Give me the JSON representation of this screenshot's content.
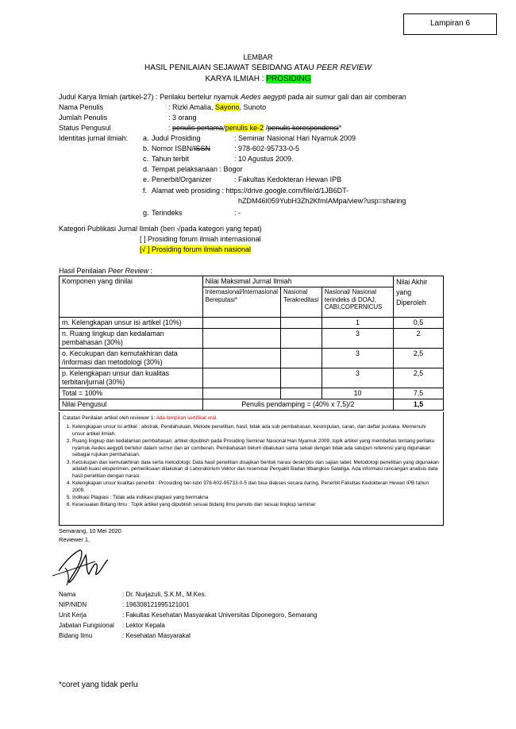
{
  "lampiran": "Lampiran 6",
  "header": {
    "line1": "LEMBAR",
    "line2_prefix": "HASIL PENILAIAN SEJAWAT SEBIDANG ATAU ",
    "line2_italic": "PEER REVIEW",
    "line3_prefix": "KARYA ILMIAH : ",
    "line3_highlight": "PROSIDING"
  },
  "info": {
    "judul_label": "Judul Karya Ilmiah (artikel-27) :",
    "judul_pre": "Perilaku bertelur nyamuk ",
    "judul_italic": "Aedes aegypti",
    "judul_post": " pada air sumur gali dan air comberan",
    "nama_label": "Nama Penulis",
    "nama_pre": ": Rizki Amalia, ",
    "nama_highlight": "Sayono",
    "nama_post": ", Sunoto",
    "jumlah_label": "Jumlah Penulis",
    "jumlah_value": ": 3 orang",
    "status_label": "Status Pengusul",
    "status_colon": ": ",
    "status_strike1": "penulis pertama",
    "status_sep1": "/",
    "status_highlight": "penulis ke-2",
    "status_sep2": " /",
    "status_strike2": "penulis korespondensi",
    "status_star": "*",
    "identitas_label": "Identitas jurnal ilmiah:"
  },
  "identitas": [
    {
      "num": "a.",
      "label": "Judul Prosiding",
      "value": ": Seminar Nasional Hari Nyamuk 2009"
    },
    {
      "num": "b.",
      "label_pre": "Nomor ISBN/",
      "label_strike": "ISSN",
      "value": ": 978-602-95733-0-5"
    },
    {
      "num": "c.",
      "label": "Tahun terbit",
      "value": ": 10 Agustus 2009."
    },
    {
      "num": "d.",
      "label": "Tempat pelaksanaan : Bogor",
      "value": ""
    },
    {
      "num": "e.",
      "label": "Penerbit/Organizer",
      "value": ": Fakultas Kedokteran Hewan IPB"
    },
    {
      "num": "f.",
      "label": "Alamat web prosiding : https://drive.google.com/file/d/1JB6DT-",
      "value": ""
    },
    {
      "num": "",
      "label": "",
      "value": "hZDM46I059YubH3Zh2KfmIAMpa/view?usp=sharing"
    },
    {
      "num": "g.",
      "label": "Terindeks",
      "value": ": -"
    }
  ],
  "kategori": {
    "label": "Kategori Publikasi Jurnal Ilmiah (beri √pada kategori yang tepat)",
    "opt1": "[ ] Prosiding forum ilmiah internasional",
    "opt2": "[√ ] Prosiding forum ilmiah nasional"
  },
  "hasil_label_pre": "Hasil Penilaian ",
  "hasil_label_italic": "Peer Review",
  "hasil_label_post": " :",
  "table": {
    "h_komponen": "Komponen yang dinilai",
    "h_nilai_maks": "Nilai Maksimal Jurnal Ilmiah",
    "h_akhir": "Nilai Akhir yang Diperoleh",
    "h_internasional": "Internasional/Internasional Bereputasi*",
    "h_nasional_terakreditasi": "Nasional Terakreditasi",
    "h_nasional_terindeks": "Nasional/ Nasional terindeks di DOAJ, CABI,COPERNICUS",
    "rows": [
      {
        "komponen": "m. Kelengkapan unsur isi artikel (10%)",
        "nas": "1",
        "akhir": "0,5"
      },
      {
        "komponen": "n. Ruang lingkup dan kedalaman pembahasan (30%)",
        "nas": "3",
        "akhir": "2"
      },
      {
        "komponen": "o. Kecukupan dan kemutakhiran data /informasi dan metodologi (30%)",
        "nas": "3",
        "akhir": "2,5"
      },
      {
        "komponen": "p. Kelengkapan unsur dan kualitas terbitan/jurnal (30%)",
        "nas": "3",
        "akhir": "2,5"
      }
    ],
    "total_label": "Total = 100%",
    "total_nas": "10",
    "total_akhir": "7,5",
    "pengusul_label": "Nilai Pengusul",
    "pengusul_formula": "Penulis pendamping = (40% x 7,5)/2",
    "pengusul_value": "1,5"
  },
  "notes": {
    "title_pre": "Catatan Penilaian artikel oleh reviewer 1: ",
    "title_red": "Ada lampiran sertifikat oral.",
    "items": [
      "Kelengkapan unsur isi artikel : abstrak, Pendahuluan, Metode penelitian, hasil, tidak ada sub pembahasan, kesimpulan, saran, dan daftar pustaka. Memenuhi unsur artikel ilmiah.",
      "Ruang lingkup dan kedalaman pembahasan: artikel dipublish pada Prosiding Seminar Nasional Hari Nyamuk 2009, topik artikel yang membahas tentang perilaku nyamuk Aedes aegypti bertelur dalam sumur dan air comberan. Pembahasan belum dilakukan sama sekali dengan tidak ada satupun referensi yang digunakan sebagai rujukan pembahasan.",
      "Kecukupan dan kemutakhiran data serta metodologi: Data hasil penelitian disajikan bentuk narasi deskriptis dan sajian tabel. Metodologi penelitian yang digunakan adalah kuasi eksperimen, pemeriksaan dilakukan di Laboratorium Vektor dan reservoar Penyakit Badan litbangkes Salatiga. Ada informasi rancangan analisis data hasil penelitian dengan narasi.",
      "Kelengkapan unsur kualitas penerbit : Prcosiding ber-isbn 978-602-95733-0-5 dan bisa diakses secara daring, Penerbit Fakultas Kedokteran Hewan IPB tahun 2009.",
      "Indikasi Plagiasi : Tidak ada indikasi plagiasi yang bermakna",
      "Kesesuaian Bidang Ilmu : Topik artikel yang dipublish sesuai bidang ilmu penulis dan sesuai lingkup seminar"
    ]
  },
  "place_date": "Semarang, 10 Mei 2020",
  "reviewer": "Reviewer 1,",
  "reviewer_info": {
    "nama_label": "Nama",
    "nama_value": ": Dr. Nurjazuli, S.K.M., M.Kes.",
    "nip_label": "NIP/NIDN",
    "nip_value": ":  196308121995121001",
    "unit_label": "Unit Kerja",
    "unit_value": ": Fakultas Kesehatan Masyarakat Universitas Diponegoro, Semarang",
    "jabatan_label": "Jabatan Fungsional",
    "jabatan_value": ": Lektor Kepala",
    "bidang_label": "Bidang Ilmu",
    "bidang_value": ": Kesehatan Masyarakat"
  },
  "footnote": "*coret yang tidak perlu"
}
